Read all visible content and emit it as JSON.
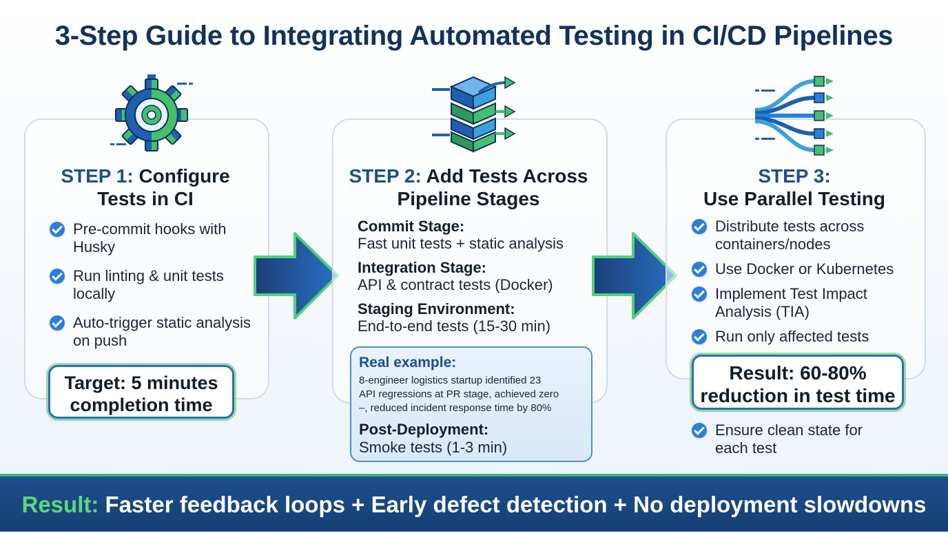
{
  "title": "3-Step Guide to Integrating Automated Testing in CI/CD Pipelines",
  "colors": {
    "navy": "#13325c",
    "accent_blue": "#2a7fd9",
    "accent_green": "#5fd67a",
    "footer": "#1d4f8c"
  },
  "step1": {
    "icon": "gear-icon",
    "num": "STEP 1:",
    "title_a": "Configure",
    "title_b": "Tests in CI",
    "bullets": [
      "Pre-commit hooks with Husky",
      "Run linting & unit tests locally",
      "Auto-trigger static analysis on push"
    ],
    "callout_a": "Target: 5 minutes",
    "callout_b": "completion time"
  },
  "step2": {
    "icon": "pipeline-layers-icon",
    "num": "STEP 2:",
    "title_a": "Add Tests Across",
    "title_b": "Pipeline Stages",
    "stages": [
      {
        "label": "Commit Stage:",
        "desc": "Fast unit tests + static analysis"
      },
      {
        "label": "Integration Stage:",
        "desc": "API & contract tests (Docker)"
      },
      {
        "label": "Staging Environment:",
        "desc": "End-to-end tests (15-30 min)"
      }
    ],
    "example_title": "Real example:",
    "example_lines": [
      "8-engineer logistics startup identified 23",
      "API regressions at PR stage, achieved zero",
      "–, reduced incident response time by 80%"
    ],
    "post_label": "Post-Deployment:",
    "post_desc": "Smoke tests (1-3 min)"
  },
  "step3": {
    "icon": "parallel-flow-icon",
    "num": "STEP 3:",
    "title_b": "Use Parallel Testing",
    "bullets": [
      "Distribute tests across containers/nodes",
      "Use Docker or Kubernetes",
      "Implement Test Impact Analysis (TIA)",
      "Run only affected tests"
    ],
    "callout_a": "Result: 60-80%",
    "callout_b": "reduction in test time",
    "extra_bullet": "Ensure clean state for each test"
  },
  "footer": {
    "lead": "Result:",
    "text": " Faster feedback loops + Early defect detection + No deployment slowdowns"
  }
}
